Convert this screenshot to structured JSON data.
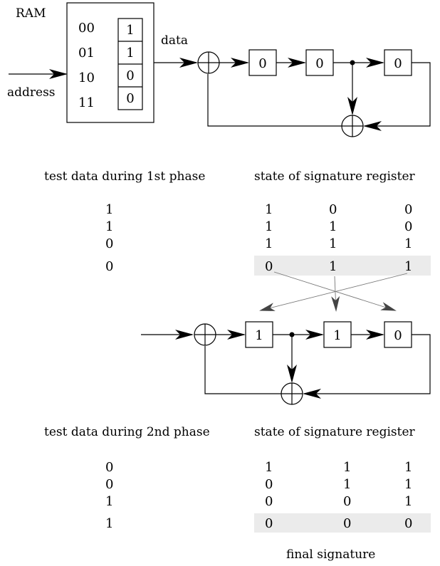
{
  "ram": {
    "label": "RAM",
    "rows": [
      {
        "address": "00",
        "value": "1"
      },
      {
        "address": "01",
        "value": "1"
      },
      {
        "address": "10",
        "value": "0"
      },
      {
        "address": "11",
        "value": "0"
      }
    ]
  },
  "labels": {
    "data": "data",
    "address": "address",
    "phase1_heading": "test data during 1st phase",
    "phase2_heading": "test data during 2nd phase",
    "signature_heading_1": "state of signature register",
    "signature_heading_2": "state of signature register",
    "final_signature": "final signature"
  },
  "register1": [
    "0",
    "0",
    "0"
  ],
  "register2": [
    "1",
    "1",
    "0"
  ],
  "phase1": {
    "test_data": [
      "1",
      "1",
      "0",
      "0"
    ],
    "states": [
      [
        "1",
        "0",
        "0"
      ],
      [
        "1",
        "1",
        "0"
      ],
      [
        "1",
        "1",
        "1"
      ],
      [
        "0",
        "1",
        "1"
      ]
    ]
  },
  "phase2": {
    "test_data": [
      "0",
      "0",
      "1",
      "1"
    ],
    "states": [
      [
        "1",
        "1",
        "1"
      ],
      [
        "0",
        "1",
        "1"
      ],
      [
        "0",
        "0",
        "1"
      ],
      [
        "0",
        "0",
        "0"
      ]
    ]
  }
}
